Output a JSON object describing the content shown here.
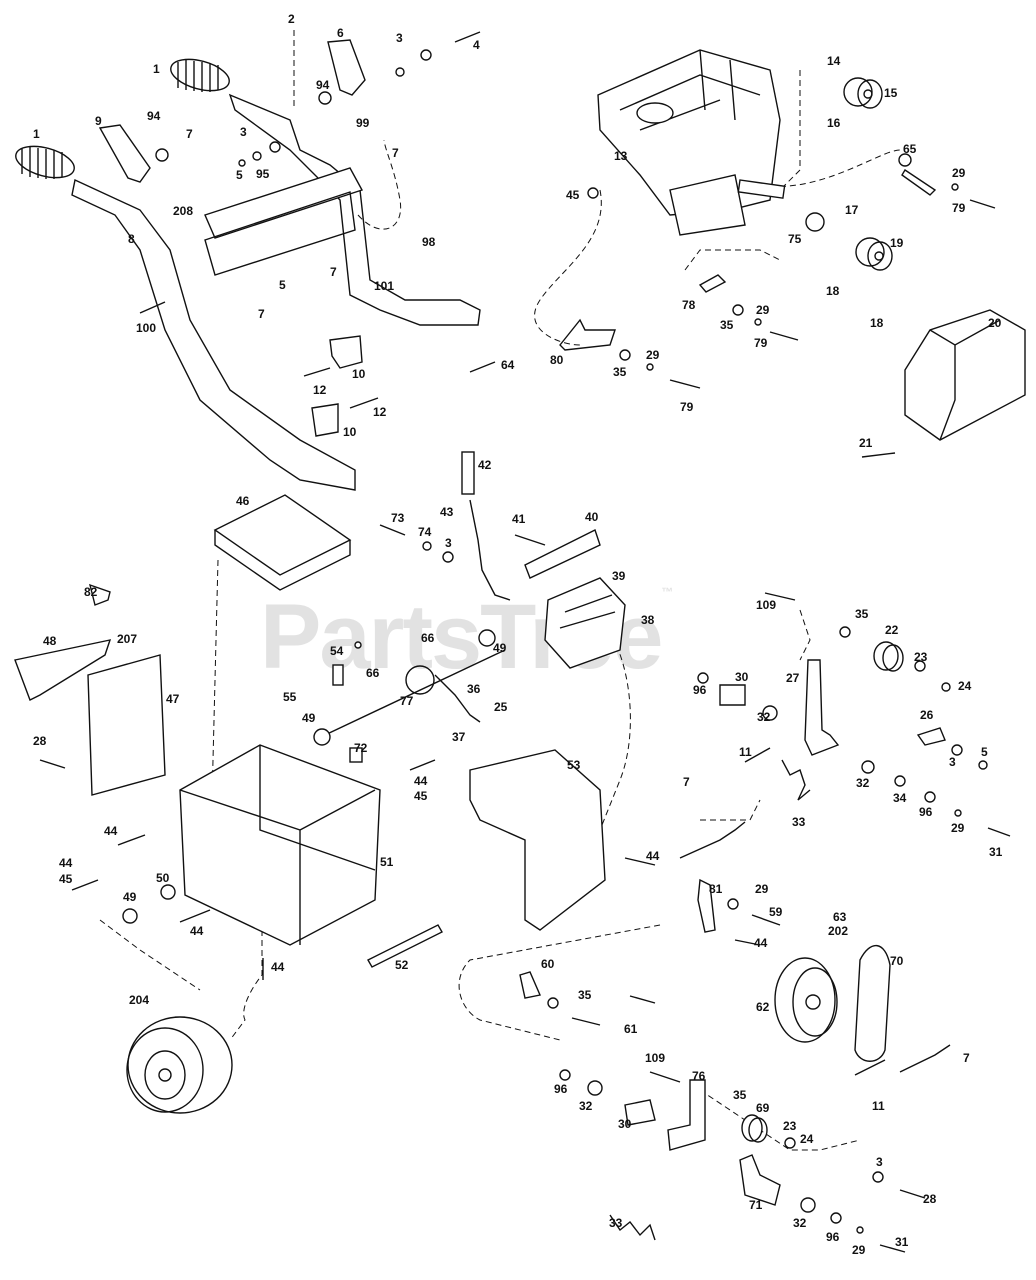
{
  "watermark": {
    "text": "PartsTree",
    "mark": "™"
  },
  "callouts": [
    "1",
    "2",
    "3",
    "4",
    "5",
    "6",
    "7",
    "8",
    "9",
    "10",
    "11",
    "12",
    "13",
    "14",
    "15",
    "16",
    "17",
    "18",
    "19",
    "20",
    "21",
    "22",
    "23",
    "24",
    "25",
    "26",
    "27",
    "28",
    "29",
    "30",
    "31",
    "32",
    "33",
    "34",
    "35",
    "36",
    "37",
    "38",
    "39",
    "40",
    "41",
    "42",
    "43",
    "44",
    "45",
    "46",
    "47",
    "48",
    "49",
    "50",
    "51",
    "52",
    "53",
    "54",
    "55",
    "59",
    "60",
    "61",
    "62",
    "63",
    "64",
    "65",
    "66",
    "69",
    "70",
    "71",
    "72",
    "73",
    "74",
    "75",
    "76",
    "77",
    "78",
    "79",
    "80",
    "81",
    "82",
    "94",
    "95",
    "96",
    "98",
    "99",
    "100",
    "101",
    "109",
    "202",
    "204",
    "207",
    "208"
  ]
}
